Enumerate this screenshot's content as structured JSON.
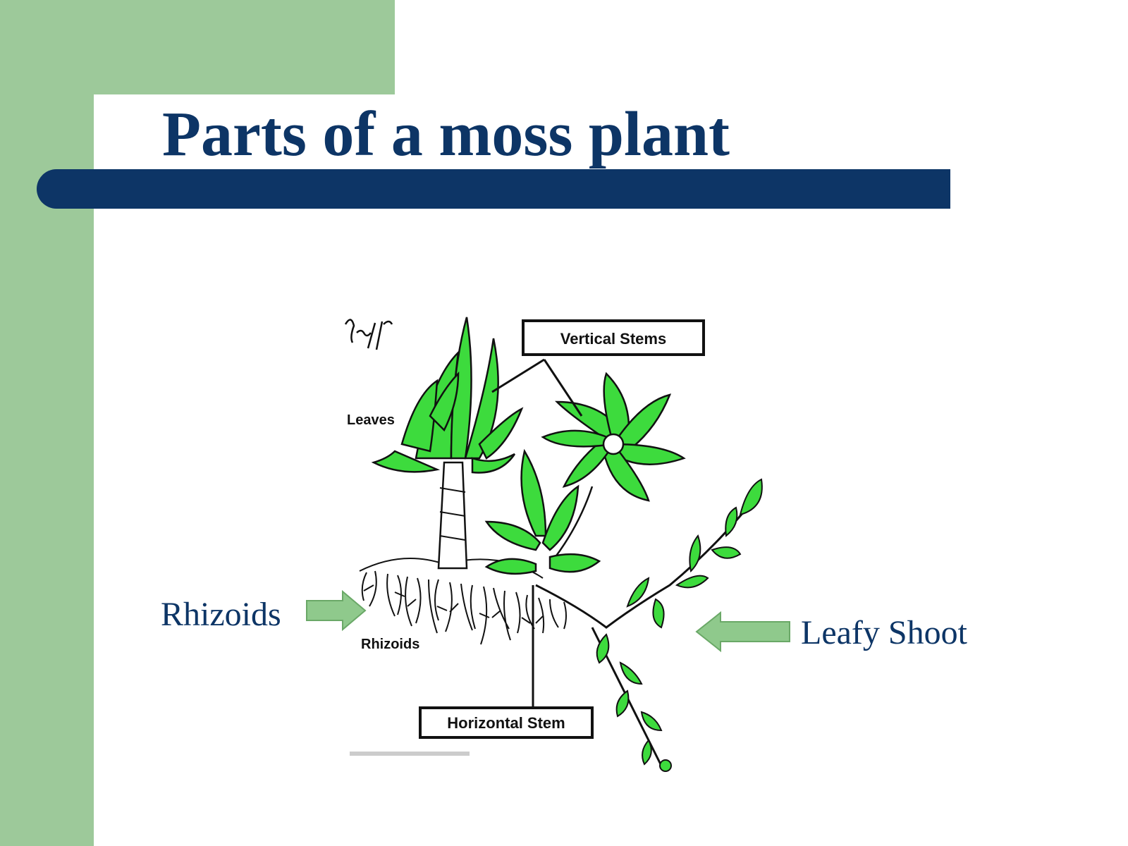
{
  "slide": {
    "title": "Parts of a moss plant",
    "captions": {
      "rhizoids": "Rhizoids",
      "leafy_shoot": "Leafy Shoot"
    }
  },
  "figure": {
    "labels": {
      "vertical_stems": "Vertical Stems",
      "horizontal_stem": "Horizontal Stem",
      "leaves": "Leaves",
      "rhizoids": "Rhizoids"
    }
  },
  "colors": {
    "sidebar_green": "#9dc99a",
    "title_navy": "#0d3566",
    "leaf_green": "#3ddb3d",
    "arrow_green": "#8fc98c",
    "ink": "#111111"
  }
}
